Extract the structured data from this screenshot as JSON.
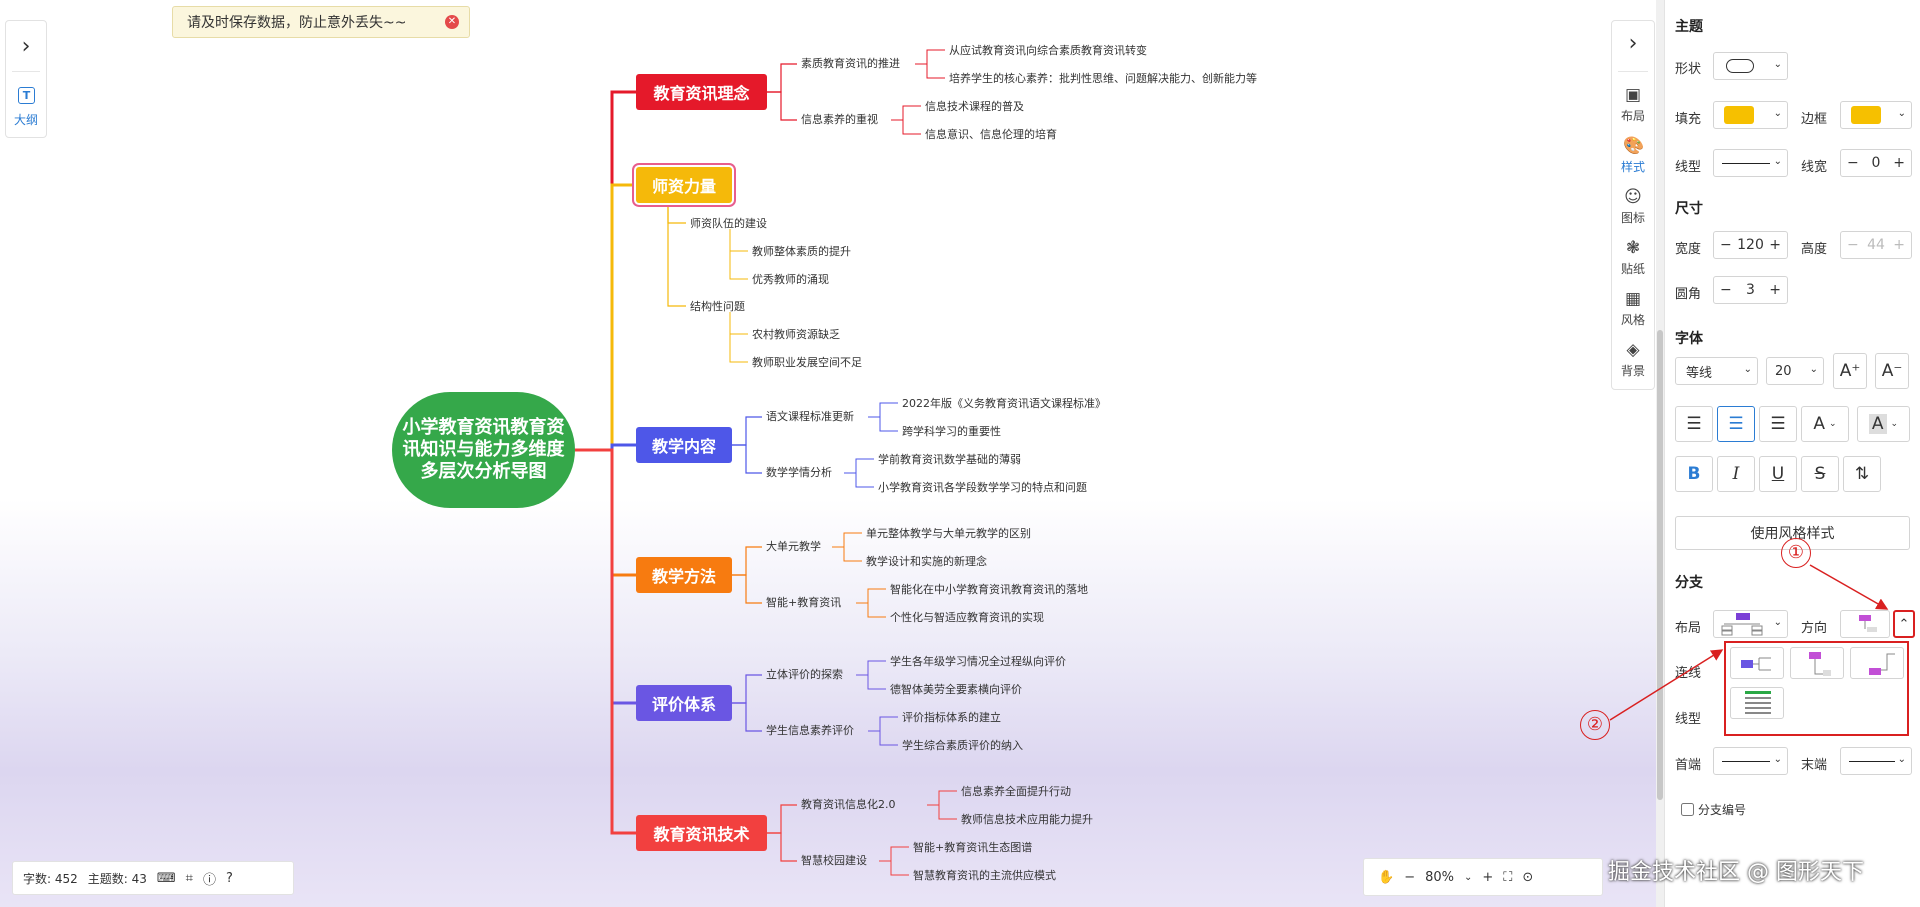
{
  "notice": {
    "text": "请及时保存数据，防止意外丢失~~"
  },
  "left_panel": {
    "outline_label": "大纲"
  },
  "mindmap": {
    "root": "小学教育资讯教育资讯知识与能力多维度多层次分析导图",
    "branches": [
      {
        "title": "教育资讯理念",
        "color": "#e5192a",
        "subs": [
          {
            "label": "素质教育资讯的推进",
            "leaves": [
              "从应试教育资讯向综合素质教育资讯转变",
              "培养学生的核心素养：批判性思维、问题解决能力、创新能力等"
            ]
          },
          {
            "label": "信息素养的重视",
            "leaves": [
              "信息技术课程的普及",
              "信息意识、信息伦理的培育"
            ]
          }
        ]
      },
      {
        "title": "师资力量",
        "color": "#f5b90a",
        "subs": [
          {
            "label": "师资队伍的建设",
            "leaves": [
              "教师整体素质的提升",
              "优秀教师的涌现"
            ]
          },
          {
            "label": "结构性问题",
            "leaves": [
              "农村教师资源缺乏",
              "教师职业发展空间不足"
            ]
          }
        ]
      },
      {
        "title": "教学内容",
        "color": "#4e57e8",
        "subs": [
          {
            "label": "语文课程标准更新",
            "leaves": [
              "2022年版《义务教育资讯语文课程标准》",
              "跨学科学习的重要性"
            ]
          },
          {
            "label": "数学学情分析",
            "leaves": [
              "学前教育资讯数学基础的薄弱",
              "小学教育资讯各学段数学学习的特点和问题"
            ]
          }
        ]
      },
      {
        "title": "教学方法",
        "color": "#f77b10",
        "subs": [
          {
            "label": "大单元教学",
            "leaves": [
              "单元整体教学与大单元教学的区别",
              "教学设计和实施的新理念"
            ]
          },
          {
            "label": "智能+教育资讯",
            "leaves": [
              "智能化在中小学教育资讯教育资讯的落地",
              "个性化与智适应教育资讯的实现"
            ]
          }
        ]
      },
      {
        "title": "评价体系",
        "color": "#6a56e3",
        "subs": [
          {
            "label": "立体评价的探索",
            "leaves": [
              "学生各年级学习情况全过程纵向评价",
              "德智体美劳全要素横向评价"
            ]
          },
          {
            "label": "学生信息素养评价",
            "leaves": [
              "评价指标体系的建立",
              "学生综合素质评价的纳入"
            ]
          }
        ]
      },
      {
        "title": "教育资讯技术",
        "color": "#f2403f",
        "subs": [
          {
            "label": "教育资讯信息化2.0",
            "leaves": [
              "信息素养全面提升行动",
              "教师信息技术应用能力提升"
            ]
          },
          {
            "label": "智慧校园建设",
            "leaves": [
              "智能+教育资讯生态图谱",
              "智慧教育资讯的主流供应模式"
            ]
          }
        ]
      }
    ]
  },
  "right_toolbar": [
    {
      "label": "布局",
      "icon": "layout-icon"
    },
    {
      "label": "样式",
      "icon": "palette-icon",
      "active": true
    },
    {
      "label": "图标",
      "icon": "smile-icon"
    },
    {
      "label": "贴纸",
      "icon": "sticker-icon"
    },
    {
      "label": "风格",
      "icon": "grid-icon"
    },
    {
      "label": "背景",
      "icon": "layers-icon"
    }
  ],
  "style_panel": {
    "theme_title": "主题",
    "shape_label": "形状",
    "fill_label": "填充",
    "fill_color": "#f6c000",
    "border_label": "边框",
    "border_color": "#f6c000",
    "linetype_label": "线型",
    "linewidth_label": "线宽",
    "linewidth_value": "0",
    "size_title": "尺寸",
    "width_label": "宽度",
    "width_value": "120",
    "height_label": "高度",
    "height_value": "44",
    "radius_label": "圆角",
    "radius_value": "3",
    "font_title": "字体",
    "font_family": "等线",
    "font_size": "20",
    "use_style_button": "使用风格样式",
    "branch_title": "分支",
    "layout_label": "布局",
    "direction_label": "方向",
    "connector_label": "连线",
    "branch_linetype_label": "线型",
    "head_label": "首端",
    "tail_label": "末端",
    "branch_number_label": "分支编号",
    "annotation_1": "①",
    "annotation_2": "②"
  },
  "status": {
    "word_count": "字数: 452",
    "topic_count": "主题数: 43"
  },
  "zoom": {
    "value": "80%"
  },
  "watermark": "掘金技术社区 @ 图形天下"
}
